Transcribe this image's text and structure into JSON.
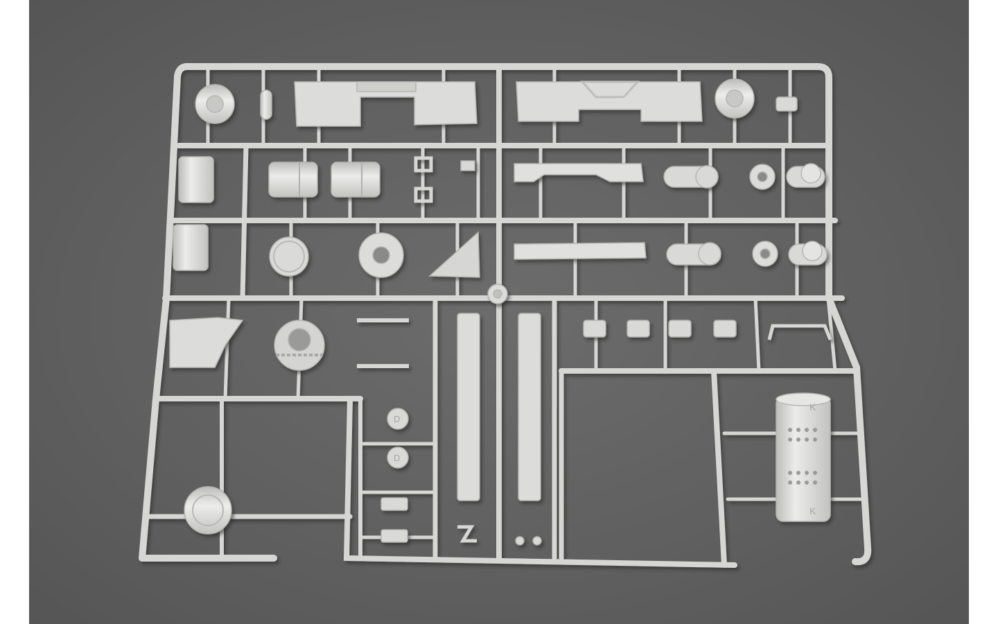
{
  "photo": {
    "subject": "Model kit sprue",
    "colors": {
      "background": "#5f5f5f",
      "plastic": "#d9d9d7",
      "plastic_shade": "#b9b9b6",
      "plastic_highlight": "#eeeeec"
    },
    "part_labels": {
      "cylinder_mark": "K",
      "small_part_mark": "D"
    }
  }
}
